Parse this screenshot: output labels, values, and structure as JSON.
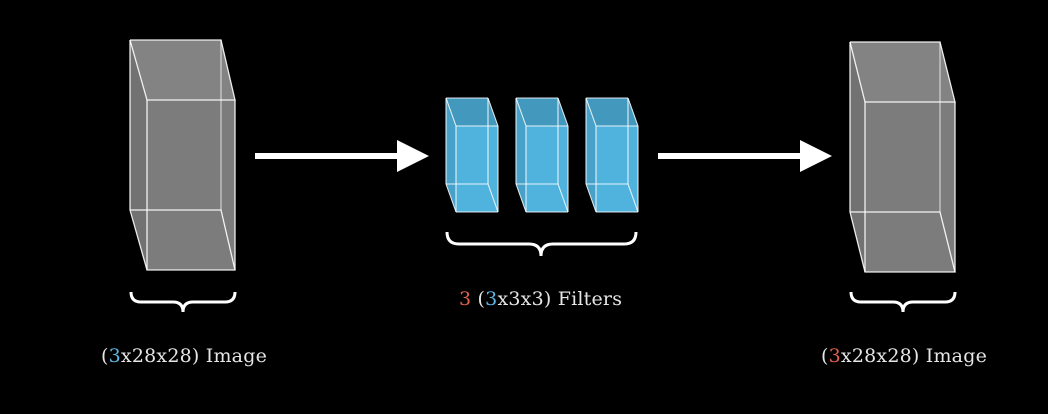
{
  "input": {
    "label_open": "(",
    "label_channels": "3",
    "label_rest": "x28x28) Image",
    "channels_color": "#5fb7e6"
  },
  "filters": {
    "count": 3,
    "label_count": "3",
    "label_open": " (",
    "label_channels": "3",
    "label_rest": "x3x3) Filters",
    "count_color": "#e0614f",
    "channels_color": "#5fb7e6",
    "fill_color": "#4fb3de"
  },
  "output": {
    "label_open": "(",
    "label_channels": "3",
    "label_rest": "x28x28) Image",
    "channels_color": "#e0614f"
  },
  "colors": {
    "background": "#000000",
    "box_fill": "#8c8c8c",
    "edge": "#ffffff",
    "arrow": "#ffffff"
  }
}
